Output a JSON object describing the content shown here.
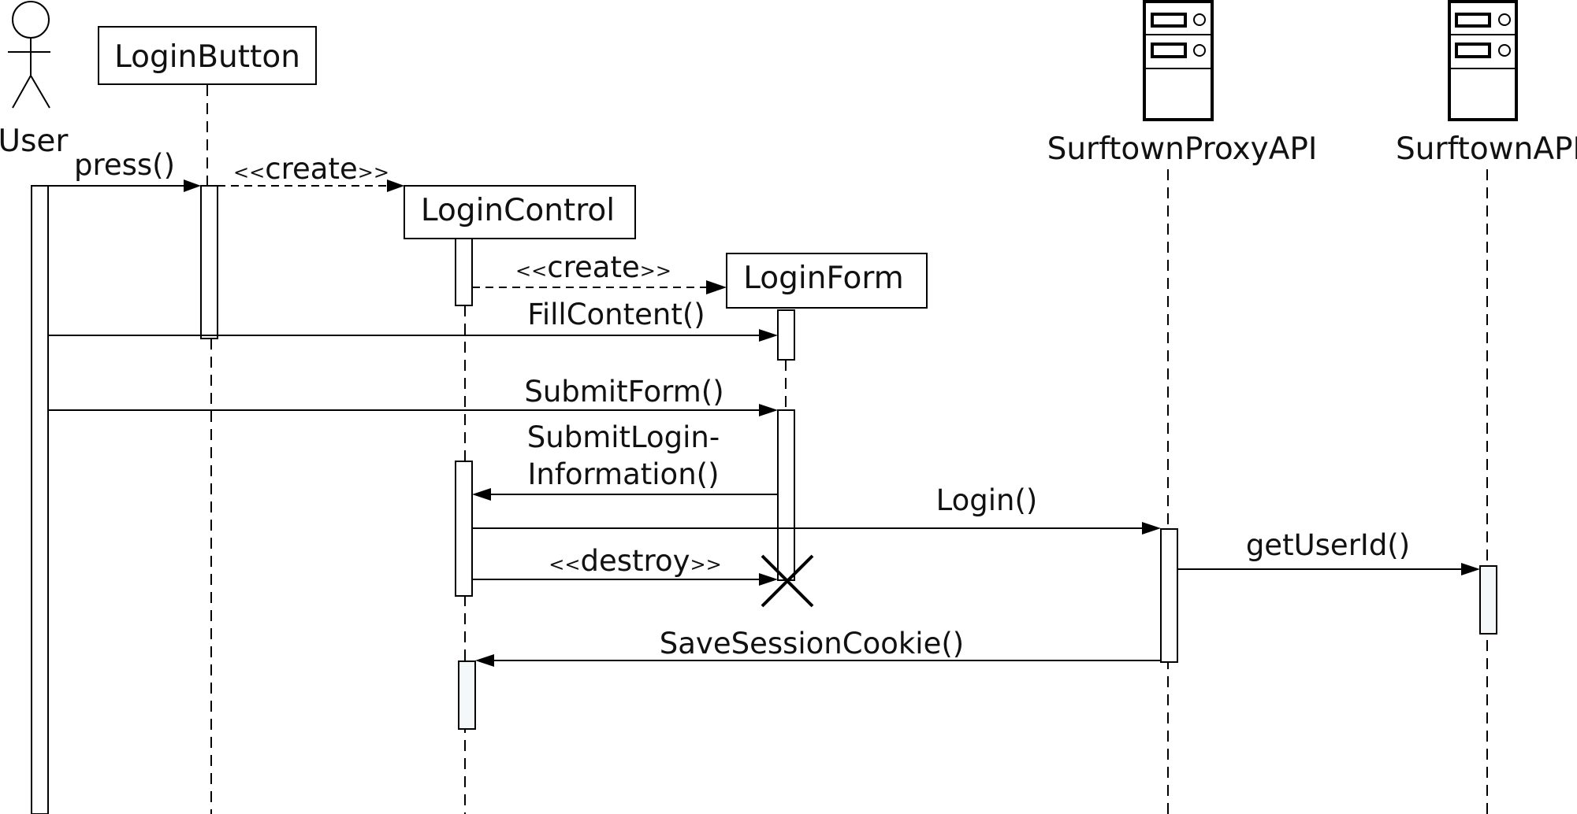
{
  "participants": {
    "user": "User",
    "login_button": "LoginButton",
    "login_control": "LoginControl",
    "login_form": "LoginForm",
    "proxy_api": "SurftownProxyAPI",
    "api": "SurftownAPI"
  },
  "messages": {
    "press": "press()",
    "create_control": "create",
    "create_form": "create",
    "fill_content": "FillContent()",
    "submit_form": "SubmitForm()",
    "submit_login_line1": "SubmitLogin-",
    "submit_login_line2": "Information()",
    "login": "Login()",
    "destroy": "destroy",
    "get_user_id": "getUserId()",
    "save_session_cookie": "SaveSessionCookie()"
  },
  "stereotype": {
    "open": "<<",
    "close": ">>"
  }
}
